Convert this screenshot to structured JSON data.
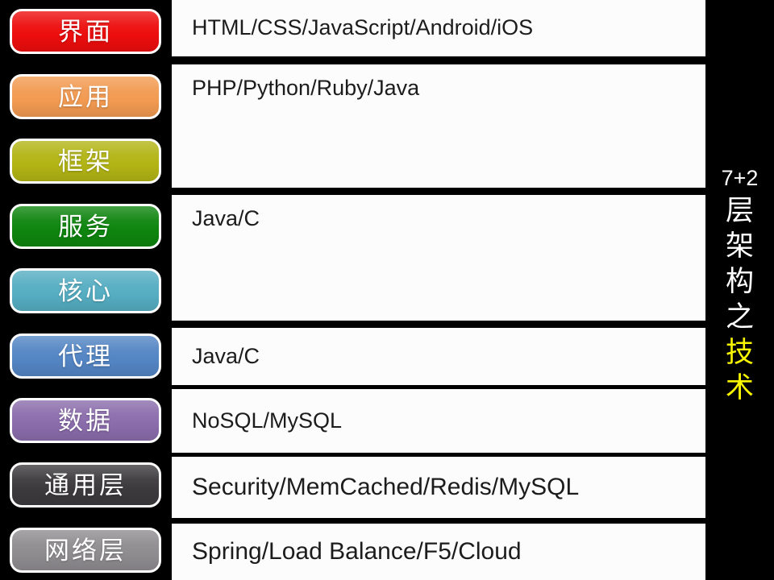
{
  "canvas": {
    "background": "#000000",
    "row_background": "#fcfcfc",
    "row_text_color": "#1c1c1c"
  },
  "layers": [
    {
      "label": "界面",
      "color": "#ed0d0d"
    },
    {
      "label": "应用",
      "color": "#f29a51"
    },
    {
      "label": "框架",
      "color": "#b2b414"
    },
    {
      "label": "服务",
      "color": "#0e850e"
    },
    {
      "label": "核心",
      "color": "#55adc2"
    },
    {
      "label": "代理",
      "color": "#5385c4"
    },
    {
      "label": "数据",
      "color": "#8a6cab"
    },
    {
      "label": "通用层",
      "color": "#3c3a3d"
    },
    {
      "label": "网络层",
      "color": "#8e8c8f"
    }
  ],
  "rows": [
    {
      "text": "HTML/CSS/JavaScript/Android/iOS"
    },
    {
      "text": "PHP/Python/Ruby/Java"
    },
    {
      "text": "Java/C"
    },
    {
      "text": "Java/C"
    },
    {
      "text": "NoSQL/MySQL"
    },
    {
      "text": "Security/MemCached/Redis/MySQL"
    },
    {
      "text": "Spring/Load Balance/F5/Cloud"
    }
  ],
  "side": {
    "prefix": "7+2",
    "title_white": "层架构之",
    "title_yellow": "技术",
    "white_color": "#ffffff",
    "highlight_color": "#f7f400"
  }
}
